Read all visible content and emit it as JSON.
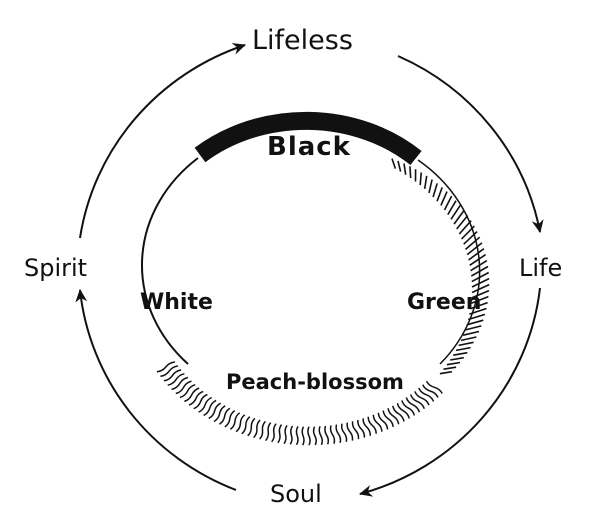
{
  "outer_cycle": {
    "top": "Lifeless",
    "right": "Life",
    "bottom": "Soul",
    "left": "Spirit"
  },
  "inner_colors": {
    "black": "Black",
    "green": "Green",
    "peach_blossom": "Peach-blossom",
    "white": "White"
  },
  "colors": {
    "ink": "#111111",
    "background": "#ffffff"
  }
}
